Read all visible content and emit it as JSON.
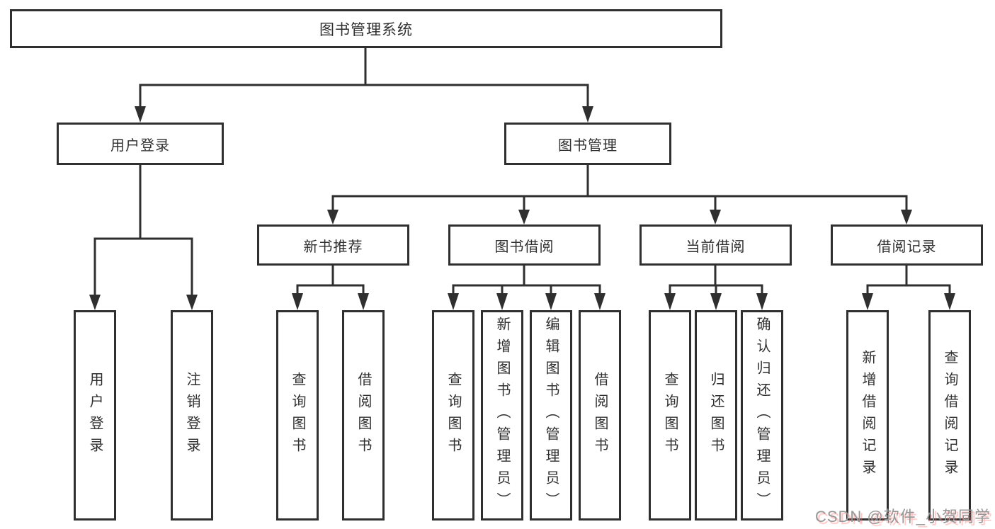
{
  "tree": {
    "root": "图书管理系统",
    "user_login": {
      "label": "用户登录",
      "children": [
        "用户登录",
        "注销登录"
      ]
    },
    "book_mgmt": {
      "label": "图书管理",
      "children": [
        {
          "label": "新书推荐",
          "children": [
            "查询图书",
            "借阅图书"
          ]
        },
        {
          "label": "图书借阅",
          "children": [
            "查询图书",
            "新增图书（管理员）",
            "编辑图书（管理员）",
            "借阅图书"
          ]
        },
        {
          "label": "当前借阅",
          "children": [
            "查询图书",
            "归还图书",
            "确认归还（管理员）"
          ]
        },
        {
          "label": "借阅记录",
          "children": [
            "新增借阅记录",
            "查询借阅记录"
          ]
        }
      ]
    }
  },
  "watermark": {
    "text": "CSDN @软件_小贺同学"
  },
  "colors": {
    "line": "#2f2f2f",
    "text": "#2f2f2f",
    "box_background": "#ffffff",
    "watermark_text": "#969696",
    "watermark_shadow": "#ff6363"
  }
}
